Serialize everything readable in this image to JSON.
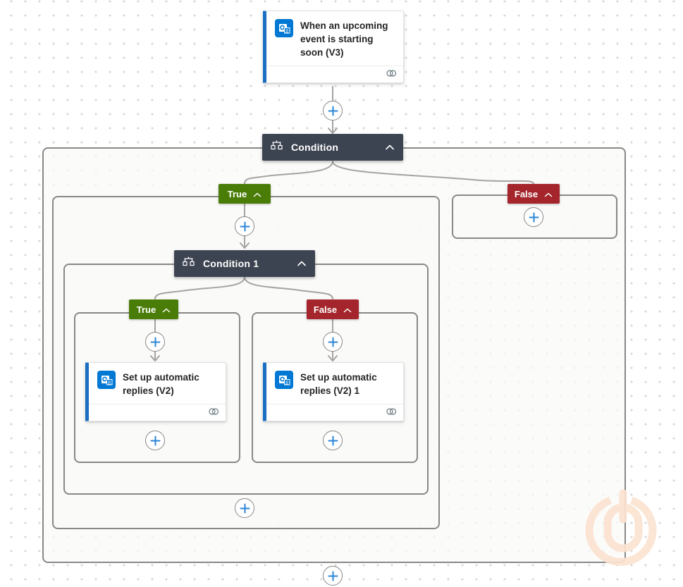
{
  "colors": {
    "accent_blue": "#1b6ec2",
    "outlook_tile_blue": "#0078d4",
    "condition_header_bg": "#3d4451",
    "true_badge_green": "#4a7d08",
    "false_badge_red": "#a4262c",
    "connector_gray": "#a6a4a2",
    "plus_blue": "#2b86d6",
    "watermark_peach": "#fbe3d1"
  },
  "trigger_card": {
    "title": "When an upcoming event is starting soon (V3)"
  },
  "outer_condition": {
    "label": "Condition",
    "true_label": "True",
    "false_label": "False"
  },
  "inner_condition": {
    "label": "Condition 1",
    "true_label": "True",
    "false_label": "False"
  },
  "action_cards": {
    "inner_true": {
      "title": "Set up automatic replies (V2)"
    },
    "inner_false": {
      "title": "Set up automatic replies (V2) 1"
    }
  }
}
